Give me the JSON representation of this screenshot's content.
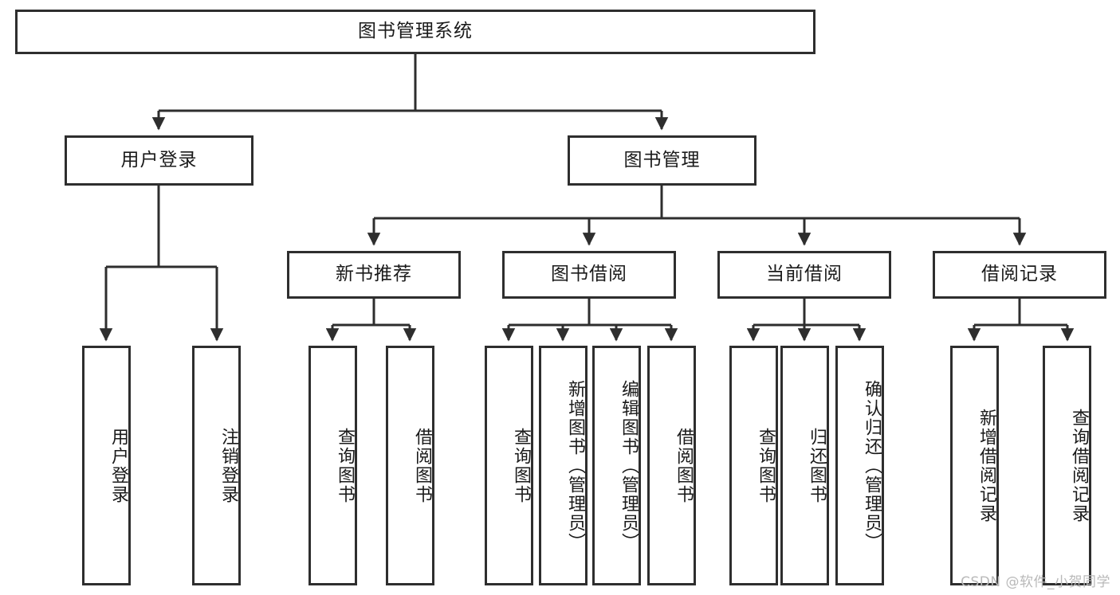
{
  "diagram": {
    "title": "图书管理系统",
    "type": "hierarchy-tree",
    "root": {
      "label": "图书管理系统"
    },
    "level2": [
      {
        "label": "用户登录"
      },
      {
        "label": "图书管理"
      }
    ],
    "level3": [
      {
        "label": "新书推荐"
      },
      {
        "label": "图书借阅"
      },
      {
        "label": "当前借阅"
      },
      {
        "label": "借阅记录"
      }
    ],
    "leaves": {
      "user_login": [
        {
          "label": "用户登录"
        },
        {
          "label": "注销登录"
        }
      ],
      "new_book_recommend": [
        {
          "label": "查询图书"
        },
        {
          "label": "借阅图书"
        }
      ],
      "book_borrow": [
        {
          "label": "查询图书"
        },
        {
          "label": "新增图书（管理员）"
        },
        {
          "label": "编辑图书（管理员）"
        },
        {
          "label": "借阅图书"
        }
      ],
      "current_borrow": [
        {
          "label": "查询图书"
        },
        {
          "label": "归还图书"
        },
        {
          "label": "确认归还（管理员）"
        }
      ],
      "borrow_record": [
        {
          "label": "新增借阅记录"
        },
        {
          "label": "查询借阅记录"
        }
      ]
    }
  },
  "watermark": {
    "text": "CSDN @软件_小贺同学"
  },
  "colors": {
    "stroke": "#2e2e2e",
    "background": "#ffffff",
    "text": "#1a1a1a",
    "watermark": "#b9b9b9"
  }
}
